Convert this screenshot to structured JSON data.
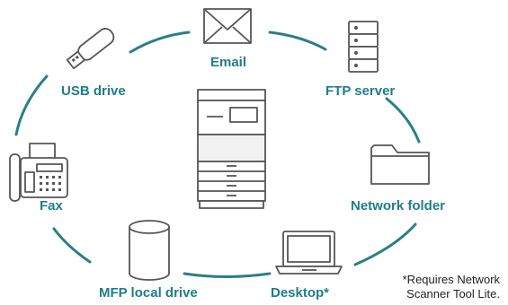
{
  "colors": {
    "ring": "#2b7f86",
    "label": "#1f7d87",
    "icon_stroke": "#555555",
    "icon_fill": "#ffffff",
    "printer_light": "#f2f2f2"
  },
  "center": {
    "icon": "mfp-printer-icon"
  },
  "destinations": [
    {
      "id": "email",
      "label": "Email",
      "icon": "envelope-icon"
    },
    {
      "id": "ftp",
      "label": "FTP server",
      "icon": "server-icon"
    },
    {
      "id": "network",
      "label": "Network folder",
      "icon": "folder-icon"
    },
    {
      "id": "desktop",
      "label": "Desktop*",
      "icon": "laptop-icon"
    },
    {
      "id": "local",
      "label": "MFP local drive",
      "icon": "cylinder-drive-icon"
    },
    {
      "id": "fax",
      "label": "Fax",
      "icon": "fax-machine-icon"
    },
    {
      "id": "usb",
      "label": "USB drive",
      "icon": "usb-stick-icon"
    }
  ],
  "footnote": {
    "line1": "*Requires Network",
    "line2": "Scanner Tool Lite."
  }
}
